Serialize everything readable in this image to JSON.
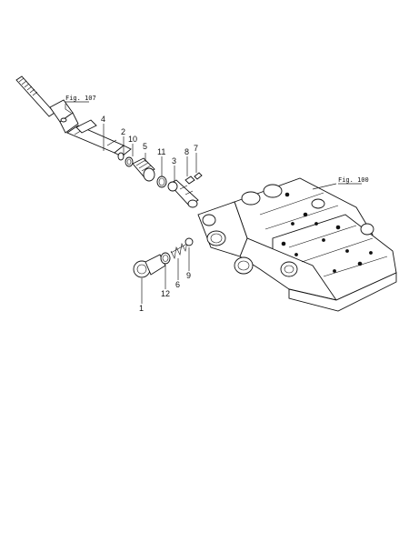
{
  "references": {
    "fig107": "Fig. 107",
    "fig100": "Fig. 100"
  },
  "callouts": [
    "1",
    "2",
    "3",
    "4",
    "5",
    "6",
    "7",
    "8",
    "9",
    "10",
    "11",
    "12"
  ]
}
